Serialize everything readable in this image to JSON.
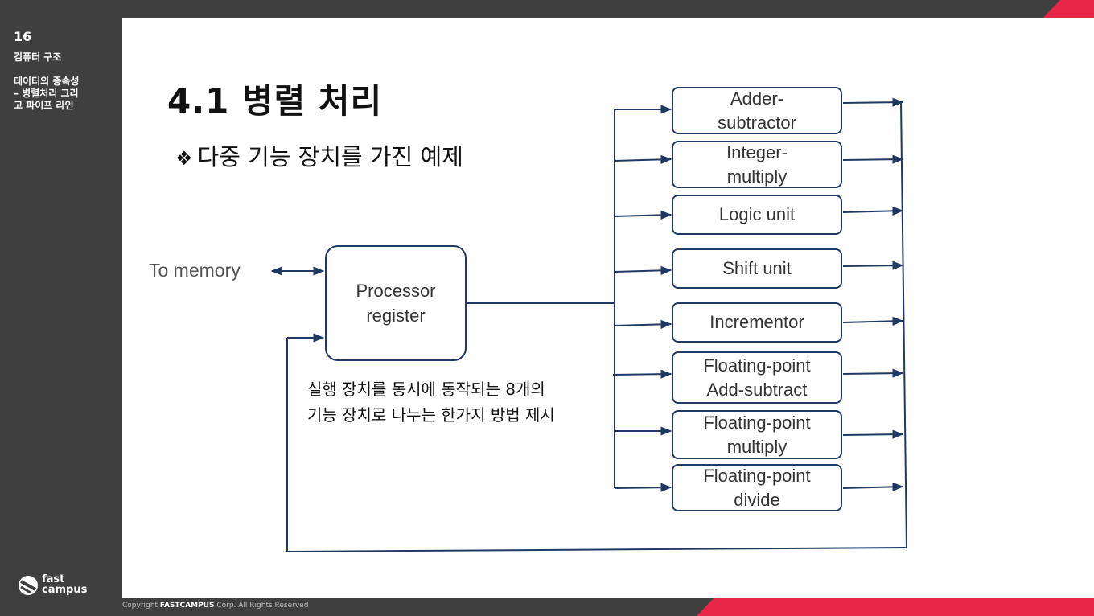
{
  "sidebar": {
    "slide_number": "16",
    "course": "컴퓨터 구조",
    "lesson": "데이터의 종속성\n– 병렬처리 그리\n고 파이프 라인"
  },
  "logo": {
    "text": "fast\ncampus"
  },
  "footer": {
    "copyright_prefix": "Copyright ",
    "copyright_brand": "FASTCAMPUS",
    "copyright_suffix": " Corp. All Rights Reserved"
  },
  "slide": {
    "title": "4.1 병렬 처리",
    "subtitle_bullet": "❖",
    "subtitle": "다중 기능 장치를 가진 예제",
    "description": "실행 장치를 동시에 동작되는 8개의\n기능 장치로 나누는 한가지 방법 제시"
  },
  "diagram": {
    "to_memory": "To memory",
    "processor": "Processor\nregister",
    "units": [
      "Adder-\nsubtractor",
      "Integer-\nmultiply",
      "Logic unit",
      "Shift unit",
      "Incrementor",
      "Floating-point\nAdd-subtract",
      "Floating-point\nmultiply",
      "Floating-point\ndivide"
    ],
    "line_color": "#1f3864"
  },
  "colors": {
    "accent": "#e8264a",
    "dark": "#3f3f3f"
  }
}
